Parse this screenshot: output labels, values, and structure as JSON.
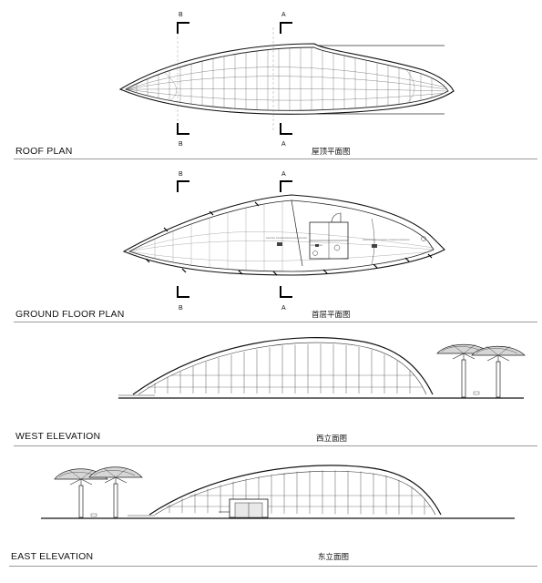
{
  "sheet": {
    "roof_plan": {
      "title": "ROOF PLAN",
      "title_cn": "屋顶平面图"
    },
    "ground_floor_plan": {
      "title": "GROUND FLOOR PLAN",
      "title_cn": "首层平面图"
    },
    "west_elevation": {
      "title": "WEST ELEVATION",
      "title_cn": "西立面图"
    },
    "east_elevation": {
      "title": "EAST ELEVATION",
      "title_cn": "东立面图"
    }
  },
  "section_markers": {
    "a": "A",
    "b": "B"
  }
}
